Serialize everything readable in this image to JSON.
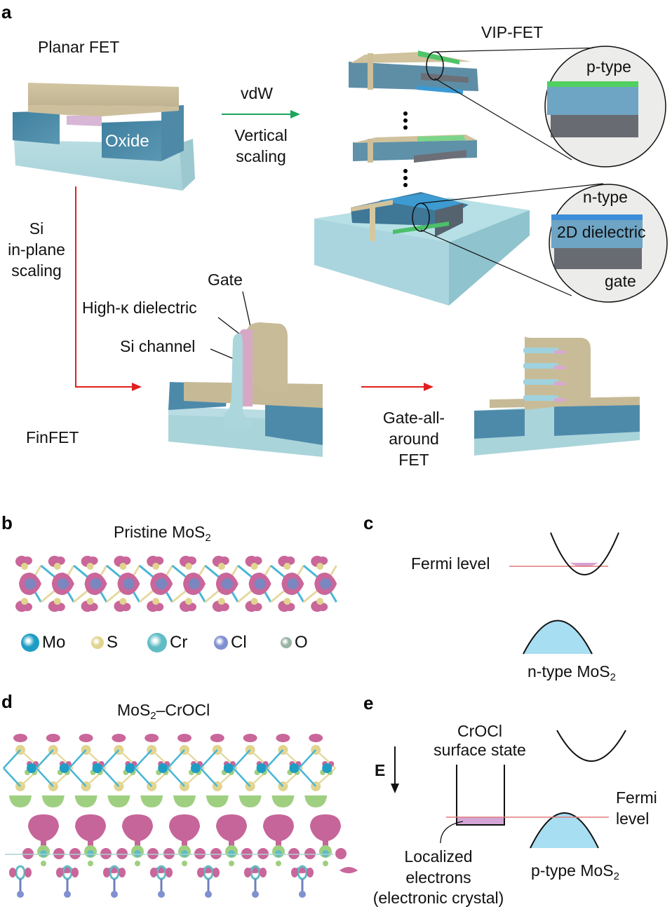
{
  "panels": {
    "a": {
      "letter": "a",
      "planar_fet": {
        "title": "Planar FET",
        "oxide_label": "Oxide"
      },
      "vdw_arrow": {
        "top_label": "vdW",
        "bottom_label_line1": "Vertical",
        "bottom_label_line2": "scaling",
        "color": "#1aa55a"
      },
      "vip_fet": {
        "title": "VIP-FET",
        "inset_top": {
          "label": "p-type"
        },
        "inset_bottom": {
          "label_top": "n-type",
          "label_mid": "2D dielectric",
          "label_bottom": "gate"
        }
      },
      "si_scaling": {
        "line1": "Si",
        "line2": "in-plane",
        "line3": "scaling",
        "color": "#e02020"
      },
      "finfet": {
        "title": "FinFET",
        "gate_label": "Gate",
        "dielectric_label": "High-κ dielectric",
        "channel_label": "Si channel"
      },
      "gaa_arrow": {
        "line1": "Gate-all-",
        "line2": "around",
        "line3": "FET"
      }
    },
    "b": {
      "letter": "b",
      "title_main": "Pristine MoS",
      "title_sub": "2",
      "legend": [
        {
          "element": "Mo",
          "color": "#1e9cc4"
        },
        {
          "element": "S",
          "color": "#e0d48e"
        },
        {
          "element": "Cr",
          "color": "#5fbcc4"
        },
        {
          "element": "Cl",
          "color": "#8090d0"
        },
        {
          "element": "O",
          "color": "#98b4a2"
        }
      ]
    },
    "c": {
      "letter": "c",
      "fermi_label": "Fermi level",
      "material_main": "n-type MoS",
      "material_sub": "2",
      "fermi_color": "#e07a7a",
      "band_fill": "#a8def2",
      "electron_fill": "#d8a0d0"
    },
    "d": {
      "letter": "d",
      "title_main": "MoS",
      "title_sub": "2",
      "title_rest": "–CrOCl"
    },
    "e": {
      "letter": "e",
      "field_label": "E",
      "surface_state_line1": "CrOCl",
      "surface_state_line2": "surface state",
      "fermi_line1": "Fermi",
      "fermi_line2": "level",
      "localized_line1": "Localized",
      "localized_line2": "electrons",
      "localized_line3": "(electronic crystal)",
      "material_main": "p-type MoS",
      "material_sub": "2"
    }
  }
}
